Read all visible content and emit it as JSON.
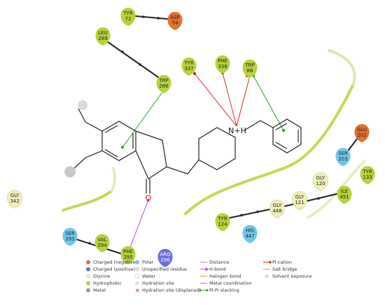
{
  "residues": [
    {
      "name": "TYR",
      "num": "72",
      "kind": "hydrophobic"
    },
    {
      "name": "ASP",
      "num": "74",
      "kind": "negative"
    },
    {
      "name": "LEU",
      "num": "289",
      "kind": "hydrophobic"
    },
    {
      "name": "TRP",
      "num": "286",
      "kind": "hydrophobic"
    },
    {
      "name": "TYR",
      "num": "337",
      "kind": "hydrophobic"
    },
    {
      "name": "PHE",
      "num": "338",
      "kind": "hydrophobic"
    },
    {
      "name": "TRP",
      "num": "86",
      "kind": "hydrophobic"
    },
    {
      "name": "GLU",
      "num": "202",
      "kind": "negative"
    },
    {
      "name": "SER",
      "num": "203",
      "kind": "polar"
    },
    {
      "name": "TYR",
      "num": "133",
      "kind": "hydrophobic"
    },
    {
      "name": "GLY",
      "num": "120",
      "kind": "glycine"
    },
    {
      "name": "GLY",
      "num": "121",
      "kind": "glycine"
    },
    {
      "name": "ILE",
      "num": "451",
      "kind": "hydrophobic"
    },
    {
      "name": "GLY",
      "num": "448",
      "kind": "glycine"
    },
    {
      "name": "TYR",
      "num": "124",
      "kind": "hydrophobic"
    },
    {
      "name": "HIS",
      "num": "447",
      "kind": "polar"
    },
    {
      "name": "GLY",
      "num": "342",
      "kind": "glycine"
    },
    {
      "name": "SER",
      "num": "293",
      "kind": "polar"
    },
    {
      "name": "VAL",
      "num": "294",
      "kind": "hydrophobic"
    },
    {
      "name": "PHE",
      "num": "295",
      "kind": "hydrophobic"
    },
    {
      "name": "ARG",
      "num": "296",
      "kind": "positive"
    }
  ],
  "ligand": {
    "nitrogen_label": "N+H",
    "oxygen_label": "O"
  },
  "legend": {
    "col1": [
      "Charged (negative)",
      "Charged (positive)",
      "Glycine",
      "Hydrophobic",
      "Metal"
    ],
    "col2": [
      "Polar",
      "Unspecified residue",
      "Water",
      "Hydration site",
      "Hydration site (displaced)"
    ],
    "col3": [
      "Distance",
      "H-bond",
      "Halogen bond",
      "Metal coordination",
      "Pi-Pi stacking"
    ],
    "col4": [
      "Pi-cation",
      "Salt bridge",
      "Solvent exposure"
    ]
  },
  "colors": {
    "hydrophobic": "#b5d33a",
    "negative": "#e2702f",
    "positive": "#6f6fd9",
    "polar": "#6dc7ec",
    "glycine": "#eef0b8",
    "pi_pi": "#23a323",
    "pi_cation": "#e01010",
    "hbond": "#c040e0",
    "bond": "#222222",
    "pocket": "#b5d33a"
  }
}
